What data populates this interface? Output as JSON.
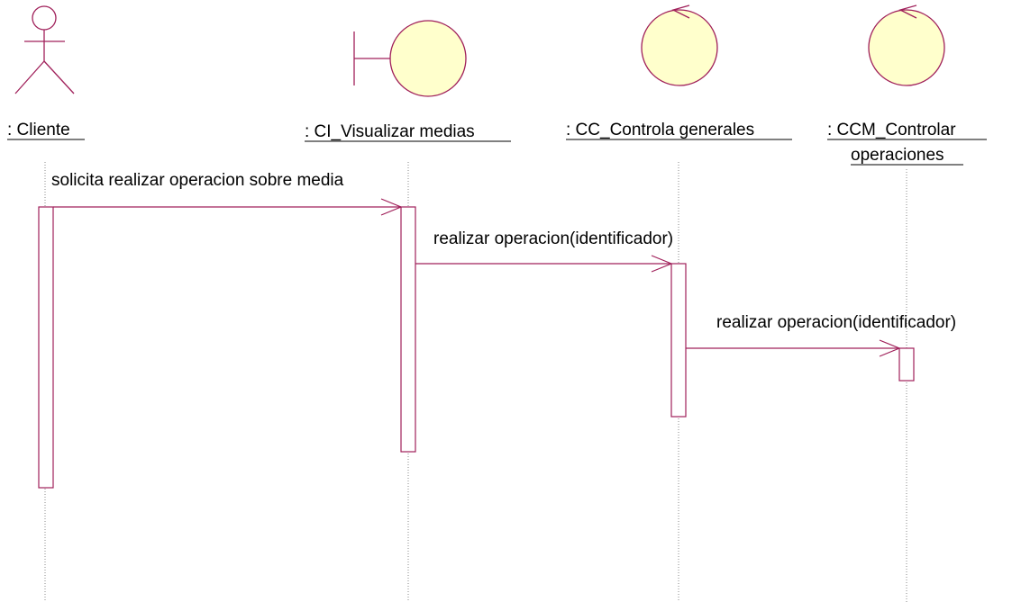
{
  "diagram": {
    "colors": {
      "stroke": "#A0205A",
      "fill_participant": "#FFFFCC",
      "activation_fill": "#FFFFFF",
      "lifeline": "#888888",
      "text": "#000000"
    },
    "participants": [
      {
        "id": "cliente",
        "kind": "actor",
        "label_lines": [
          ": Cliente"
        ]
      },
      {
        "id": "ci",
        "kind": "boundary",
        "label_lines": [
          ": CI_Visualizar medias"
        ]
      },
      {
        "id": "cc",
        "kind": "control",
        "label_lines": [
          ": CC_Controla generales"
        ]
      },
      {
        "id": "ccm",
        "kind": "control",
        "label_lines": [
          ": CCM_Controlar",
          "operaciones"
        ]
      }
    ],
    "messages": [
      {
        "from": "cliente",
        "to": "ci",
        "label": "solicita realizar operacion sobre media"
      },
      {
        "from": "ci",
        "to": "cc",
        "label": "realizar operacion(identificador)"
      },
      {
        "from": "cc",
        "to": "ccm",
        "label": "realizar operacion(identificador)"
      }
    ]
  }
}
